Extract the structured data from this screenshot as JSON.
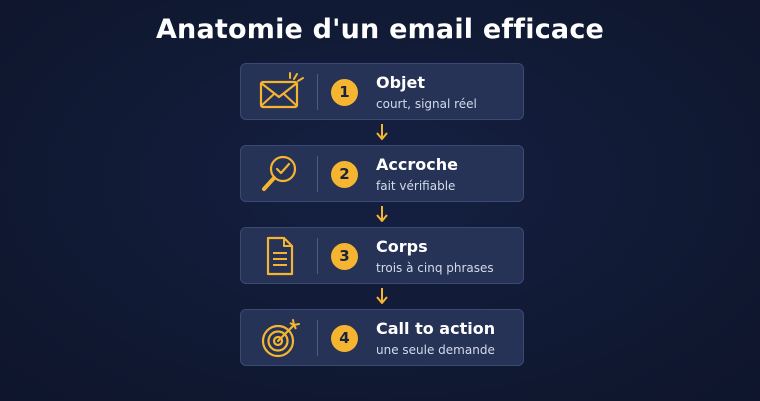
{
  "title": "Anatomie d'un email efficace",
  "accent_color": "#f5b531",
  "steps": [
    {
      "number": "1",
      "heading": "Objet",
      "subtitle": "court, signal réel",
      "icon": "envelope-icon"
    },
    {
      "number": "2",
      "heading": "Accroche",
      "subtitle": "fait vérifiable",
      "icon": "magnifier-check-icon"
    },
    {
      "number": "3",
      "heading": "Corps",
      "subtitle": "trois à cinq phrases",
      "icon": "document-icon"
    },
    {
      "number": "4",
      "heading": "Call to action",
      "subtitle": "une seule demande",
      "icon": "target-arrow-icon"
    }
  ]
}
